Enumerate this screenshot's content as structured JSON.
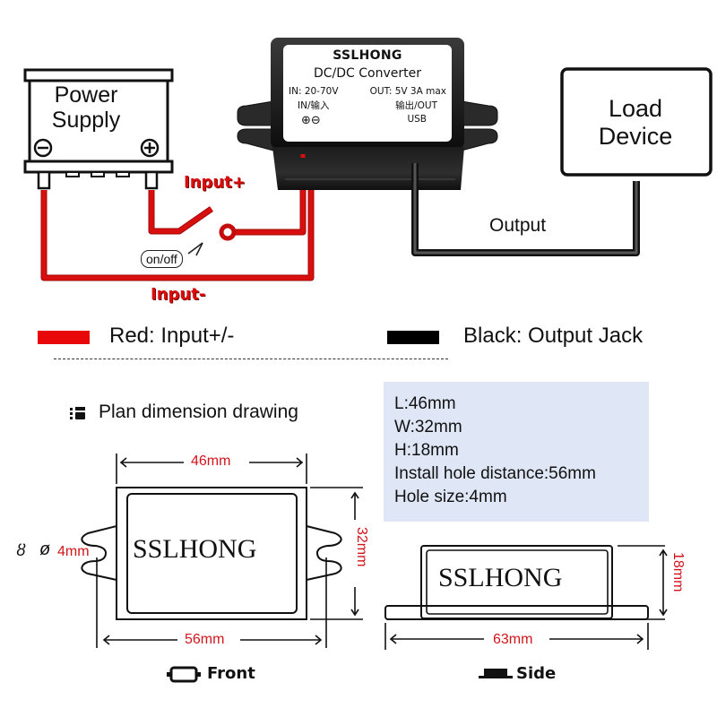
{
  "wiring_diagram": {
    "power_supply": {
      "label_line1": "Power",
      "label_line2": "Supply",
      "negative_symbol": "⊖",
      "positive_symbol": "⊕"
    },
    "converter": {
      "brand": "SSLHONG",
      "type": "DC/DC Converter",
      "input_spec": "IN: 20-70V",
      "output_spec": "OUT:  5V 3A max",
      "input_label": "IN/输入",
      "output_label": "输出/OUT",
      "input_polarity": "⊕⊖",
      "output_connector": "USB"
    },
    "load_device": {
      "label_line1": "Load",
      "label_line2": "Device"
    },
    "wires": {
      "input_plus_label": "Input+",
      "input_minus_label": "Input-",
      "switch_label": "on/off",
      "output_label": "Output"
    },
    "colors": {
      "input_wire": "#d90f0f",
      "output_wire": "#2b2b2b"
    }
  },
  "legend": {
    "items": [
      {
        "label": "Red: Input+/-",
        "color": "#e8080a"
      },
      {
        "label": "Black: Output Jack",
        "color": "#000000"
      }
    ]
  },
  "dimensions": {
    "title": "Plan dimension drawing",
    "specs": [
      "L:46mm",
      "W:32mm",
      "H:18mm",
      "Install hole distance:56mm",
      "Hole size:4mm"
    ],
    "front_view": {
      "brand": "SSLHONG",
      "length": "46mm",
      "width": "32mm",
      "hole_distance": "56mm",
      "hole_size": "4mm",
      "hole_symbol": "ø",
      "caption": "Front"
    },
    "side_view": {
      "brand": "SSLHONG",
      "total_length": "63mm",
      "height": "18mm",
      "caption": "Side"
    },
    "accent_color": "#d3141a"
  }
}
